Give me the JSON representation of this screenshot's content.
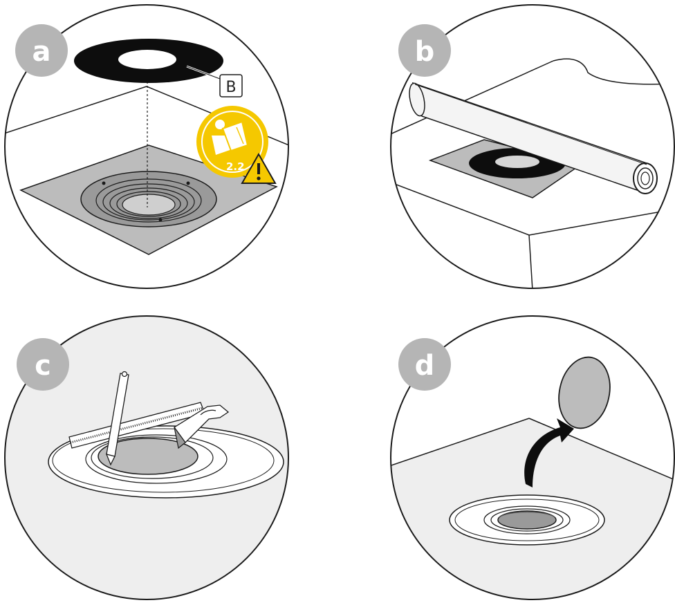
{
  "panels": [
    {
      "id": "a",
      "label": "a"
    },
    {
      "id": "b",
      "label": "b"
    },
    {
      "id": "c",
      "label": "c"
    },
    {
      "id": "d",
      "label": "d"
    }
  ],
  "callout": {
    "label": "B"
  },
  "manual_reference": {
    "text": "2.2",
    "icon": "read-manual-icon",
    "warning_icon": "warning-icon"
  },
  "colors": {
    "badge": "#b5b5b5",
    "outline": "#1a1a1a",
    "gray_fill": "#bcbcbc",
    "light_fill": "#eeeeee",
    "seal_black": "#0d0d0d",
    "manual_yellow": "#f5c800"
  }
}
